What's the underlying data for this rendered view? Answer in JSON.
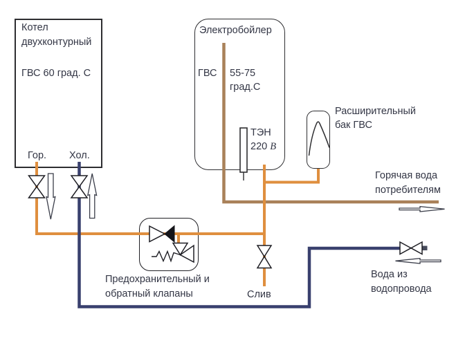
{
  "colors": {
    "boiler_hot_pipe": "#DF8F3F",
    "dhw_supply_pipe": "#A98159",
    "cold_water_pipe": "#39406E",
    "outline": "#2d2d30",
    "text": "#333645"
  },
  "boiler": {
    "title_line1": "Котел",
    "title_line2": "двухконтурный",
    "dhw_temp": "ГВС 60 град. С",
    "hot_port": "Гор.",
    "cold_port": "Хол."
  },
  "electroboiler": {
    "title": "Электробойлер",
    "dhw_label": "ГВС",
    "temp_range": "55-75",
    "temp_unit": "град.С",
    "heater_name": "ТЭН",
    "heater_power": "220",
    "heater_power_unit": "В"
  },
  "expansion_tank": {
    "label_line1": "Расширительный",
    "label_line2": "бак ГВС"
  },
  "valve_group": {
    "label_line1": "Предохранительный и",
    "label_line2": "обратный клапаны"
  },
  "flows": {
    "hot_out_line1": "Горячая вода",
    "hot_out_line2": "потребителям",
    "supply_line1": "Вода из",
    "supply_line2": "водопровода",
    "drain": "Слив"
  }
}
